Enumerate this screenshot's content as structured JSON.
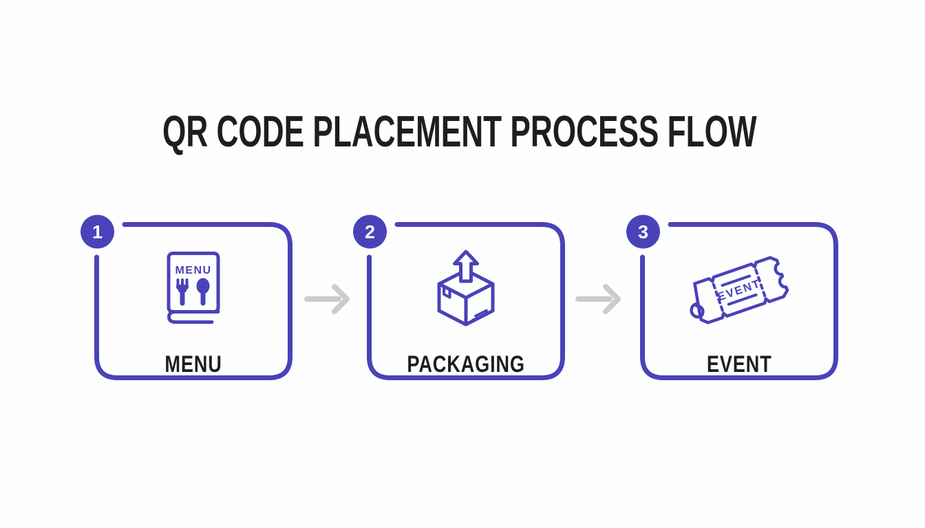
{
  "title": "QR CODE PLACEMENT PROCESS FLOW",
  "colors": {
    "accent": "#4a42b8",
    "arrow": "#cccccc",
    "heading": "#1e1d20",
    "label": "#1e1d20",
    "background": "#fefefe",
    "badge_text": "#ffffff"
  },
  "steps": [
    {
      "number": "1",
      "label": "MENU",
      "icon": "menu-book-icon",
      "icon_text": "MENU"
    },
    {
      "number": "2",
      "label": "PACKAGING",
      "icon": "package-box-icon"
    },
    {
      "number": "3",
      "label": "EVENT",
      "icon": "event-ticket-icon",
      "icon_text": "EVENT"
    }
  ],
  "arrows": [
    {
      "direction": "right"
    },
    {
      "direction": "right"
    }
  ]
}
